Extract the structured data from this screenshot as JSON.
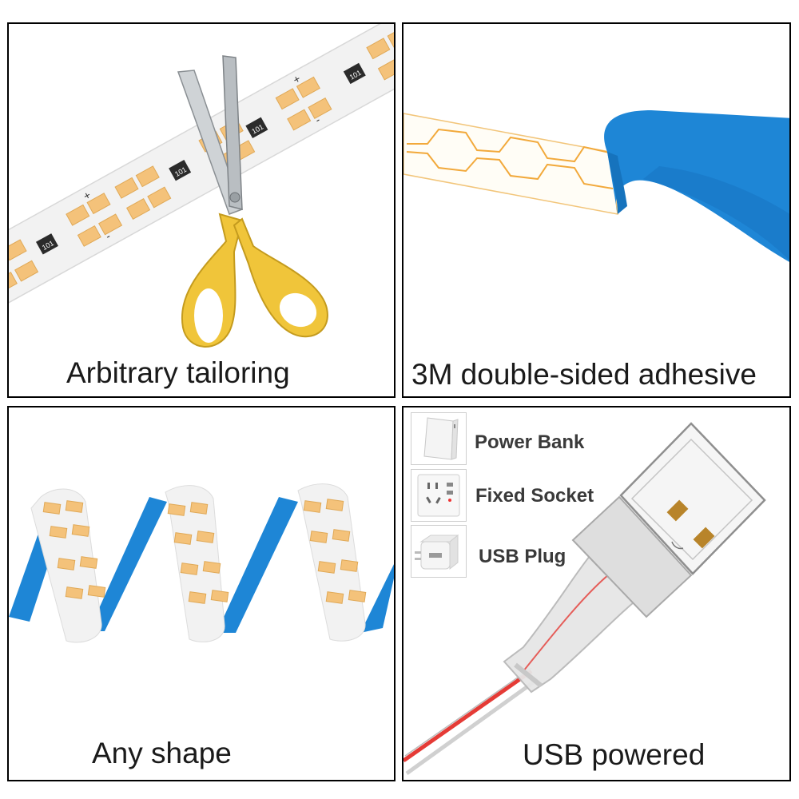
{
  "panels": {
    "tailoring": {
      "caption": "Arbitrary tailoring"
    },
    "adhesive": {
      "caption": "3M double-sided adhesive"
    },
    "shape": {
      "caption": "Any shape"
    },
    "usb": {
      "caption": "USB powered",
      "options": [
        {
          "label": "Power Bank",
          "icon": "power-bank-icon"
        },
        {
          "label": "Fixed Socket",
          "icon": "wall-socket-icon"
        },
        {
          "label": "USB Plug",
          "icon": "usb-adapter-icon"
        }
      ]
    }
  },
  "strip": {
    "resistor_label": "101",
    "plus_sign": "+",
    "minus_sign": "-"
  },
  "colors": {
    "led": "#F4C27A",
    "strip_base": "#F2F2F2",
    "tape_blue": "#1E86D6",
    "scissor_handle": "#F0C53A",
    "wire_red": "#E53B36",
    "border": "#000000"
  }
}
